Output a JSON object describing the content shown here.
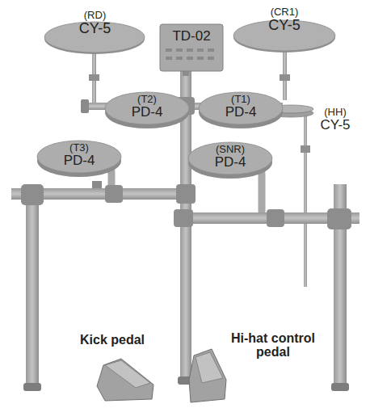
{
  "diagram": {
    "nodes": [
      {
        "text": [
          "(RD)",
          "CY-5"
        ]
      },
      {
        "text": [
          "TD-02"
        ]
      },
      {
        "text": [
          "(CR1)",
          "CY-5"
        ]
      },
      {
        "text": [
          "(T2)",
          "PD-4"
        ]
      },
      {
        "text": [
          "(T1)",
          "PD-4"
        ]
      },
      {
        "text": [
          "(HH)",
          "CY-5"
        ]
      },
      {
        "text": [
          "(T3)",
          "PD-4"
        ]
      },
      {
        "text": [
          "(SNR)",
          "PD-4"
        ]
      },
      {
        "text": [
          "Kick pedal"
        ]
      },
      {
        "text": [
          "Hi-hat control pedal"
        ]
      }
    ]
  }
}
